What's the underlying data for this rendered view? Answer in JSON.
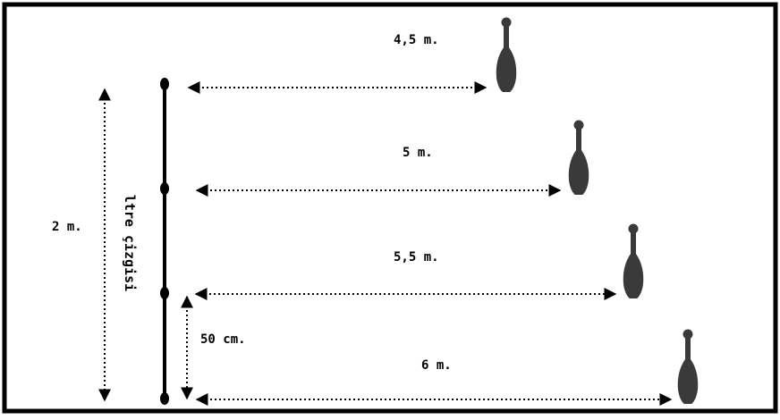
{
  "frame_color": "#000000",
  "pin_color": "#3a3a3a",
  "labels": {
    "height_total": "2 m.",
    "gap": "50 cm.",
    "line_label": "ltre çizgisi"
  },
  "distances": [
    {
      "label": "4,5 m.",
      "icon": "bowling-pin-icon"
    },
    {
      "label": "5 m.",
      "icon": "bowling-pin-icon"
    },
    {
      "label": "5,5 m.",
      "icon": "bowling-pin-icon"
    },
    {
      "label": "6 m.",
      "icon": "bowling-pin-icon"
    }
  ]
}
